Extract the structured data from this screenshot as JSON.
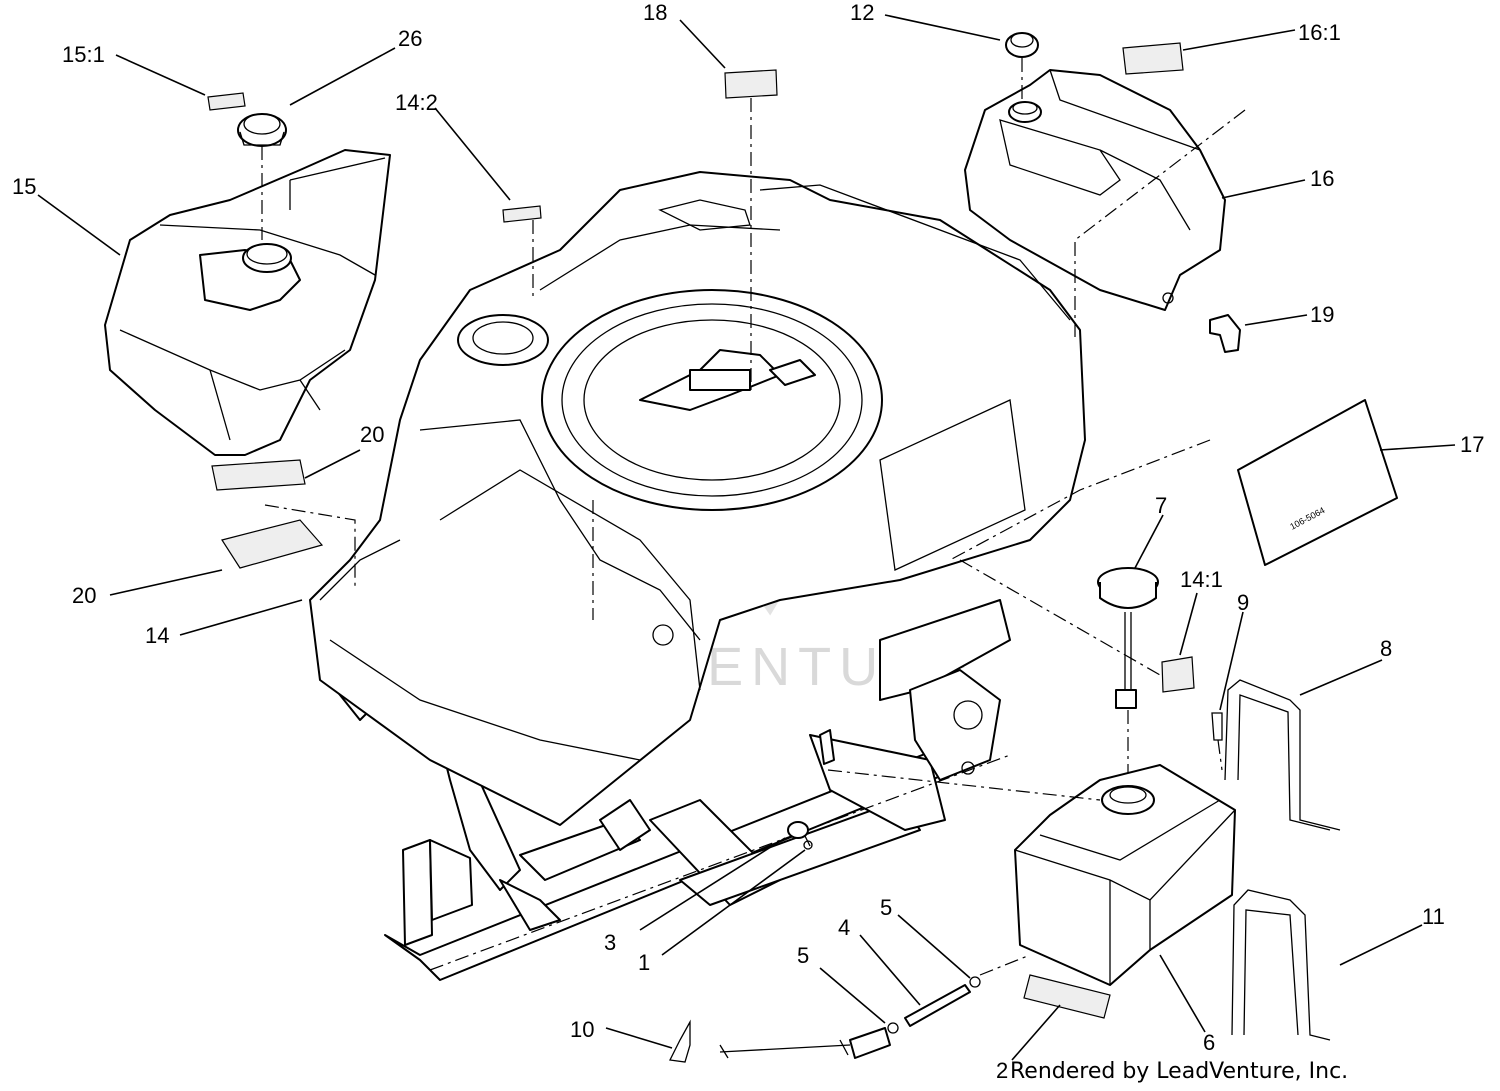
{
  "watermark": "LEADVENTURE",
  "footer": "Rendered by LeadVenture, Inc.",
  "decal_text": "106-5064",
  "callouts": [
    {
      "id": "c-15-1",
      "label": "15:1"
    },
    {
      "id": "c-26",
      "label": "26"
    },
    {
      "id": "c-15",
      "label": "15"
    },
    {
      "id": "c-14-2",
      "label": "14:2"
    },
    {
      "id": "c-18",
      "label": "18"
    },
    {
      "id": "c-12",
      "label": "12"
    },
    {
      "id": "c-16-1",
      "label": "16:1"
    },
    {
      "id": "c-16",
      "label": "16"
    },
    {
      "id": "c-19",
      "label": "19"
    },
    {
      "id": "c-17",
      "label": "17"
    },
    {
      "id": "c-20a",
      "label": "20"
    },
    {
      "id": "c-20b",
      "label": "20"
    },
    {
      "id": "c-14",
      "label": "14"
    },
    {
      "id": "c-7",
      "label": "7"
    },
    {
      "id": "c-14-1",
      "label": "14:1"
    },
    {
      "id": "c-9",
      "label": "9"
    },
    {
      "id": "c-8",
      "label": "8"
    },
    {
      "id": "c-11",
      "label": "11"
    },
    {
      "id": "c-3",
      "label": "3"
    },
    {
      "id": "c-1",
      "label": "1"
    },
    {
      "id": "c-5a",
      "label": "5"
    },
    {
      "id": "c-4",
      "label": "4"
    },
    {
      "id": "c-5b",
      "label": "5"
    },
    {
      "id": "c-10",
      "label": "10"
    },
    {
      "id": "c-6",
      "label": "6"
    },
    {
      "id": "c-2",
      "label": "2"
    }
  ]
}
